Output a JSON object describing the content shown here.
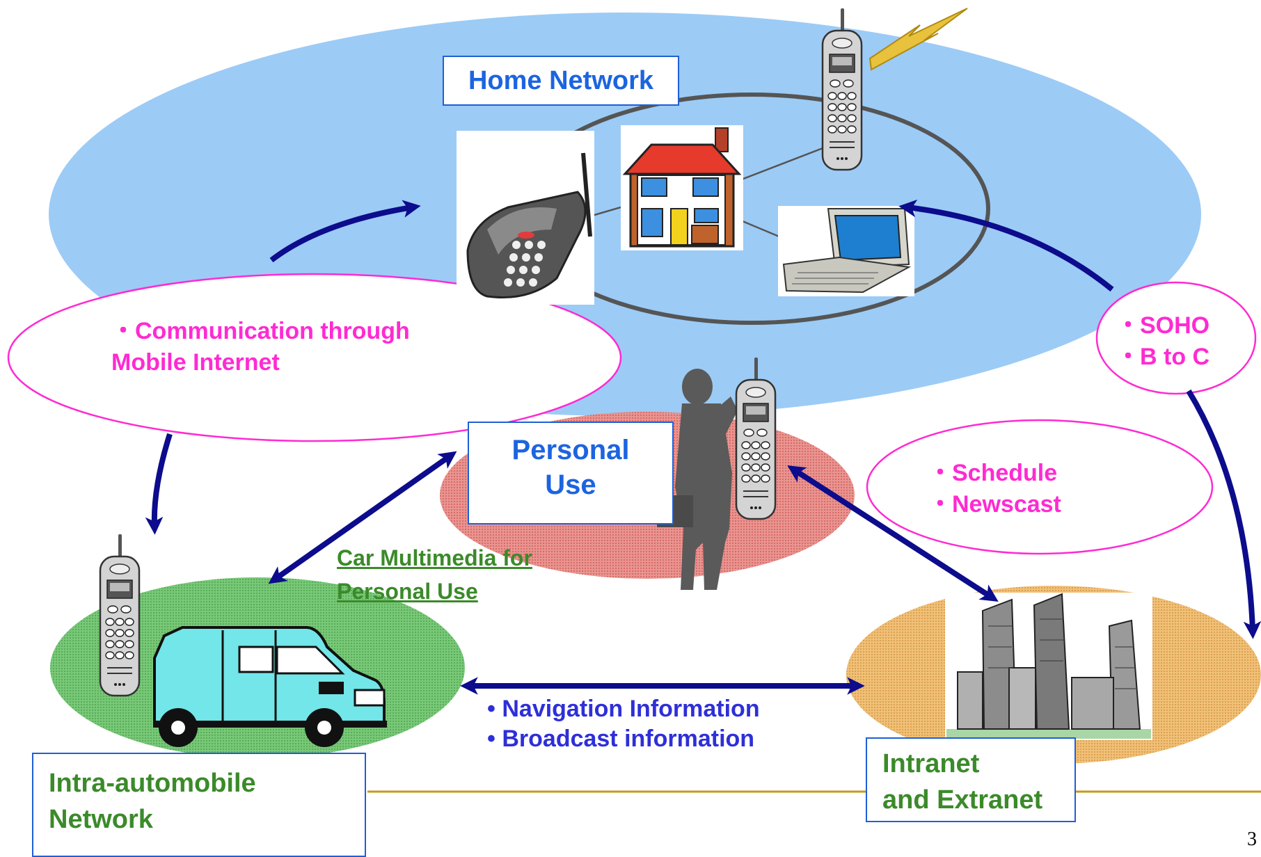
{
  "diagram": {
    "home_network": {
      "title": "Home Network"
    },
    "personal_use": {
      "line1": "Personal",
      "line2": "Use"
    },
    "intra_automobile": {
      "line1": "Intra-automobile",
      "line2": "Network"
    },
    "intranet": {
      "line1": "Intranet",
      "line2": "and Extranet"
    },
    "annotations": {
      "communication": {
        "line1": "・Communication through",
        "line2": "Mobile Internet"
      },
      "soho": {
        "line1": "・SOHO",
        "line2": "・B to C"
      },
      "schedule": {
        "line1": "・Schedule",
        "line2": "・Newscast"
      },
      "car_multimedia": {
        "line1": "Car Multimedia for",
        "line2": "Personal Use"
      },
      "navigation": {
        "line1": "• Navigation Information",
        "line2": "• Broadcast information"
      }
    },
    "icons": [
      "mobile-phone-icon",
      "lightning-icon",
      "cordless-phone-icon",
      "house-icon",
      "laptop-icon",
      "businessman-icon",
      "van-icon",
      "office-buildings-icon"
    ],
    "colors": {
      "home_fill": "#9ccbf6",
      "personal_fill": "#e58a86",
      "intra_fill": "#6ec36e",
      "intranet_fill": "#ecb86a",
      "arrow": "#0c0c8c",
      "box_border": "#1f5fd6",
      "blue_text": "#1c64e0",
      "green_text": "#3b8a2a",
      "pink_text": "#ff2ad2",
      "navy_text": "#2e2fd8",
      "footer_line": "#c49a1a"
    }
  },
  "page": {
    "number": "3"
  }
}
